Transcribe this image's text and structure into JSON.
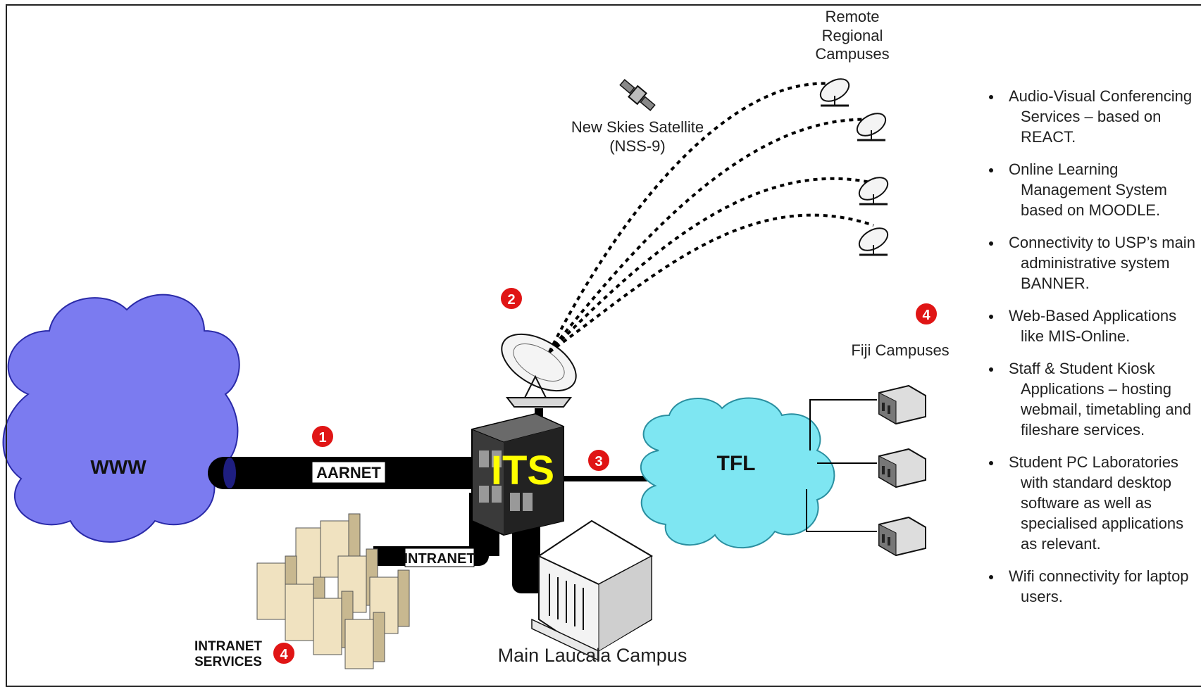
{
  "nodes": {
    "www": "WWW",
    "its": "ITS",
    "tfl": "TFL"
  },
  "links": {
    "aarnet": "AARNET",
    "intranet": "INTRANET"
  },
  "labels": {
    "remote_regional_campuses": [
      "Remote",
      "Regional",
      "Campuses"
    ],
    "satellite": [
      "New Skies Satellite",
      "(NSS-9)"
    ],
    "fiji_campuses": "Fiji Campuses",
    "main_campus": "Main Laucala Campus",
    "intranet_services": [
      "INTRANET",
      "SERVICES"
    ]
  },
  "markers": [
    "1",
    "2",
    "3",
    "4",
    "4"
  ],
  "services": [
    "Audio-Visual Conferencing Services – based on REACT.",
    "Online Learning Management System based on MOODLE.",
    "Connectivity to USP’s main administrative system BANNER.",
    "Web-Based Applications like MIS-Online.",
    "Staff & Student Kiosk Applications – hosting webmail, timetabling and fileshare services.",
    "Student PC Laboratories with standard desktop software as well as specialised applications as relevant.",
    "Wifi connectivity for laptop users."
  ],
  "colors": {
    "www_cloud": "#7b7bf0",
    "tfl_cloud": "#7ee6f2",
    "its_text": "#ffff00",
    "marker": "#e01515",
    "link": "#000000"
  }
}
